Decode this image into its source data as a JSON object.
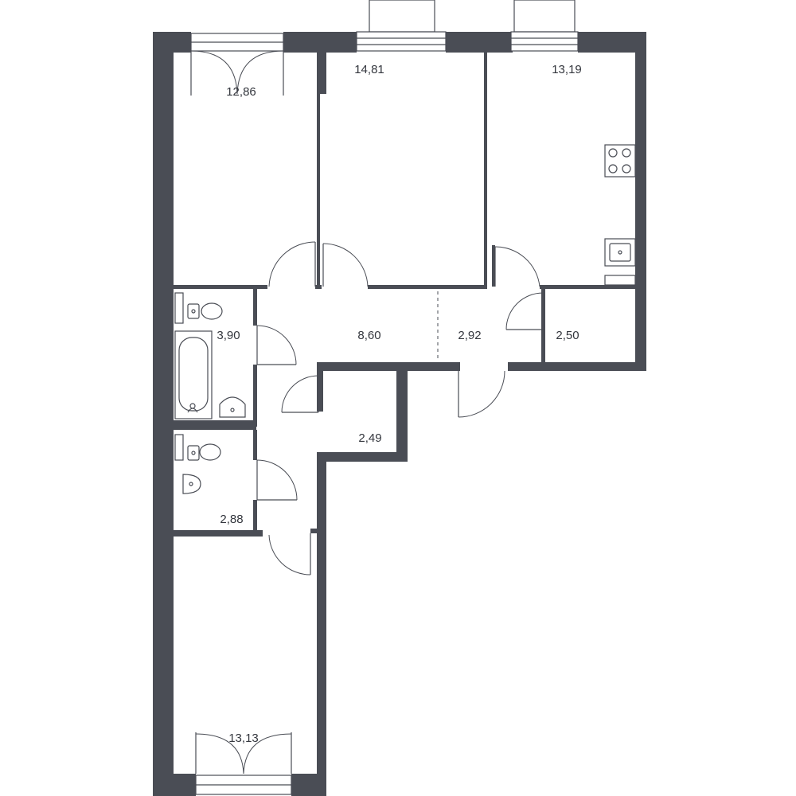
{
  "rooms": {
    "bedroom_top_left": "12,86",
    "bedroom_top_middle": "14,81",
    "kitchen": "13,19",
    "bathroom": "3,90",
    "hall": "8,60",
    "corridor": "2,92",
    "storage_right": "2,50",
    "closet": "2,49",
    "toilet": "2,88",
    "bedroom_bottom": "13,13"
  },
  "colors": {
    "wall": "#4a4d55",
    "text": "#33363d",
    "background": "#ffffff"
  }
}
